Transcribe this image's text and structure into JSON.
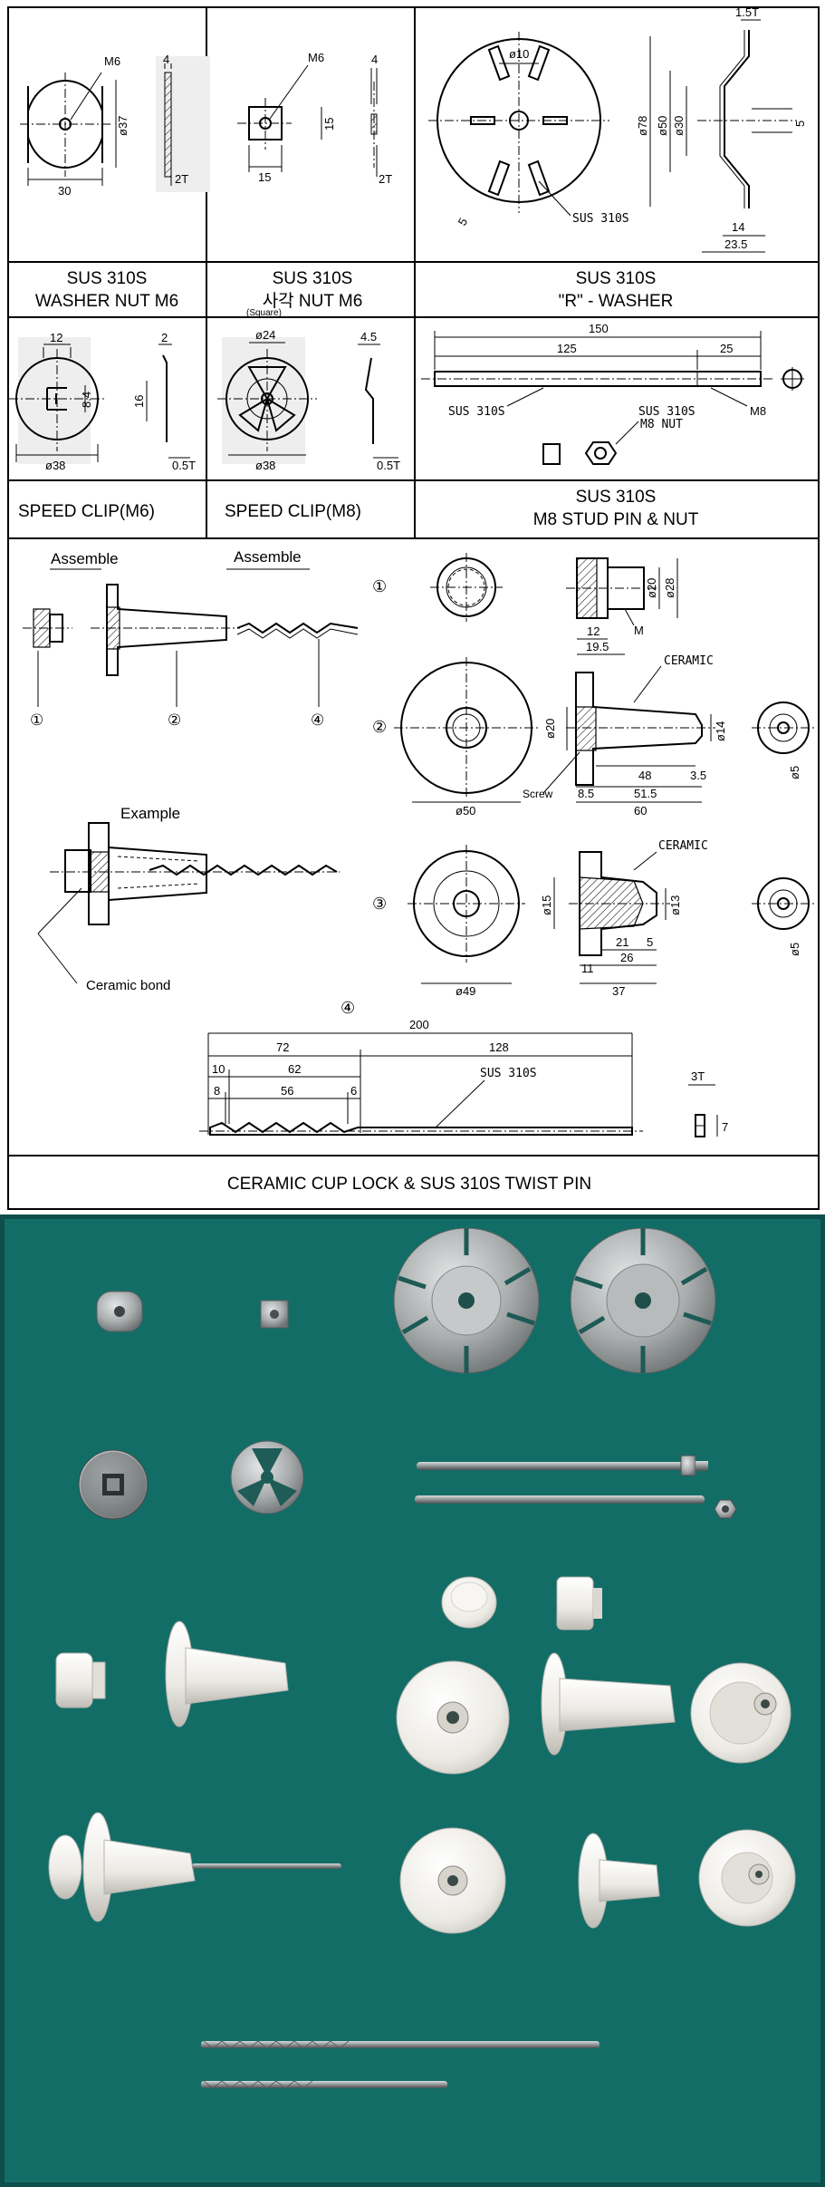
{
  "drawing": {
    "cells": [
      {
        "line1": "SUS 310S",
        "line2": "WASHER NUT M6",
        "note": "",
        "dims": {
          "thread": "M6",
          "dia": "ø37",
          "width": "30",
          "thick_top": "4",
          "thick": "2T"
        }
      },
      {
        "line1": "SUS 310S",
        "line2": "사각 NUT M6",
        "note": "(Square)",
        "dims": {
          "thread": "M6",
          "height": "15",
          "width": "15",
          "thick_top": "4",
          "thick": "2T"
        }
      },
      {
        "line1": "SUS 310S",
        "line2": "\"R\" - WASHER",
        "note": "",
        "dims": {
          "hole": "ø10",
          "slot": "5",
          "material": "SUS 310S",
          "top_t": "1.5T",
          "d78": "ø78",
          "d50": "ø50",
          "d30": "ø30",
          "h5": "5",
          "w14": "14",
          "w23": "23.5"
        }
      },
      {
        "line1": "SPEED CLIP(M6)",
        "line2": "",
        "note": "",
        "dims": {
          "w12": "12",
          "t2": "2",
          "h16": "16",
          "h8": "8.4",
          "d38": "ø38",
          "t05": "0.5T"
        }
      },
      {
        "line1": "SPEED CLIP(M8)",
        "line2": "",
        "note": "",
        "dims": {
          "d24": "ø24",
          "t45": "4.5",
          "d38": "ø38",
          "t05": "0.5T"
        }
      },
      {
        "line1": "SUS 310S",
        "line2": "M8 STUD PIN & NUT",
        "note": "",
        "dims": {
          "l150": "150",
          "l125": "125",
          "l25": "25",
          "mat1": "SUS 310S",
          "mat2": "SUS 310S",
          "m8": "M8",
          "nut": "M8 NUT"
        }
      }
    ],
    "assembly": {
      "assemble_left": "Assemble",
      "assemble_right": "Assemble",
      "example": "Example",
      "ceramic_bond": "Ceramic bond",
      "screw": "Screw",
      "callouts": [
        "①",
        "②",
        "④",
        "①",
        "②",
        "③",
        "④"
      ],
      "part1": {
        "d20": "ø20",
        "d28": "ø28",
        "l12": "12",
        "l195": "19.5",
        "m": "M"
      },
      "part2": {
        "ceramic": "CERAMIC",
        "d20": "ø20",
        "d14": "ø14",
        "l48": "48",
        "l35": "3.5",
        "l85": "8.5",
        "l515": "51.5",
        "l60": "60",
        "d50": "ø50",
        "d5": "ø5"
      },
      "part3": {
        "ceramic": "CERAMIC",
        "d15": "ø15",
        "d13": "ø13",
        "l21": "21",
        "l5": "5",
        "l11": "11",
        "l26": "26",
        "l37": "37",
        "d49": "ø49",
        "d5": "ø5"
      },
      "part4": {
        "l200": "200",
        "l72": "72",
        "l128": "128",
        "l10": "10",
        "l62": "62",
        "l8": "8",
        "l56": "56",
        "l6": "6",
        "mat": "SUS 310S",
        "t3": "3T",
        "h7": "7"
      }
    },
    "footer_title": "CERAMIC CUP LOCK & SUS 310S TWIST PIN"
  },
  "photo": {
    "background": "#136d67",
    "items": [
      "washer-nut",
      "square-nut",
      "r-washer-front",
      "r-washer-back",
      "speed-clip-m6",
      "speed-clip-m8",
      "stud-pin-with-nut",
      "stud-pin",
      "m8-nut",
      "ceramic-cup-parts",
      "twist-pins"
    ]
  }
}
